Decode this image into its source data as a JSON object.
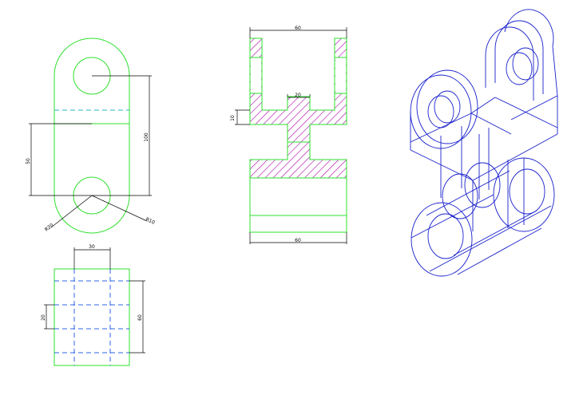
{
  "front_view": {
    "dim_height_total": "100",
    "dim_height_lower": "50",
    "dim_radius_outer": "R20",
    "dim_radius_inner": "R10"
  },
  "section_view": {
    "dim_top_width": "60",
    "dim_neck_width": "20",
    "dim_step_height": "10",
    "dim_bottom_width": "60"
  },
  "top_view": {
    "dim_inner_width": "30",
    "dim_slot": "20",
    "dim_depth": "60"
  },
  "colors": {
    "outline": "#2ee02e",
    "dimension": "#000000",
    "centerline": "#27b3c9",
    "hidden": "#2b64e6",
    "isometric": "#1a22cc",
    "hatch": "#b000b0"
  }
}
